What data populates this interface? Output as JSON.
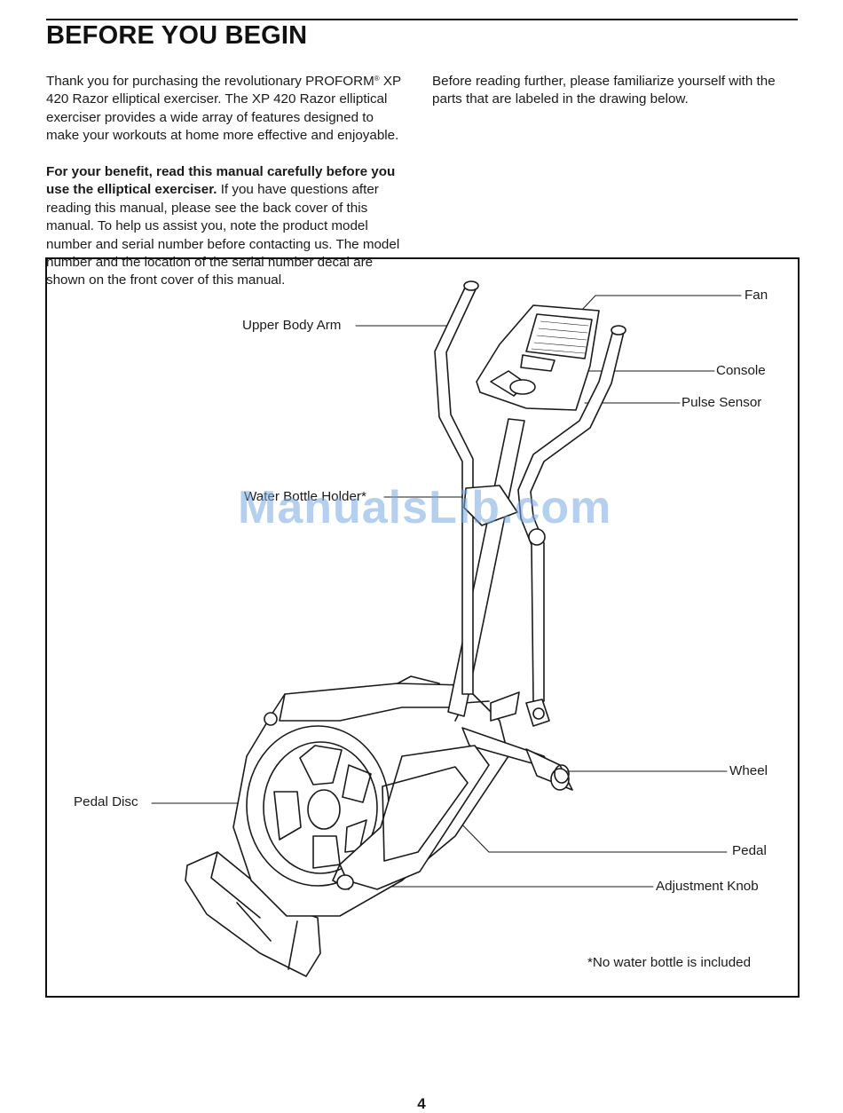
{
  "heading": "BEFORE YOU BEGIN",
  "intro": {
    "p1_a": "Thank you for purchasing the revolutionary PROFORM",
    "p1_reg": "®",
    "p1_b": " XP 420 Razor elliptical exerciser. The XP 420 Razor elliptical exerciser provides a wide array of features designed to make your workouts at home more effective and enjoyable.",
    "p2_bold": "For your benefit, read this manual carefully before you use the elliptical exerciser.",
    "p2_rest": " If you have questions after reading this manual, please see the back cover of this manual. To help us assist you, note the product model number and serial number before contacting us. The model number and the location of the serial number decal are shown on the front cover of this manual.",
    "p3": "Before reading further, please familiarize yourself with the parts that are labeled in the drawing below."
  },
  "labels": {
    "fan": "Fan",
    "console": "Console",
    "pulse_sensor": "Pulse Sensor",
    "upper_body_arm": "Upper Body Arm",
    "water_bottle_holder": "Water Bottle Holder*",
    "pedal_disc": "Pedal Disc",
    "wheel": "Wheel",
    "pedal": "Pedal",
    "adjustment_knob": "Adjustment Knob"
  },
  "footnote": "*No water bottle is included",
  "watermark": "ManualsLib.com",
  "page_number": "4"
}
